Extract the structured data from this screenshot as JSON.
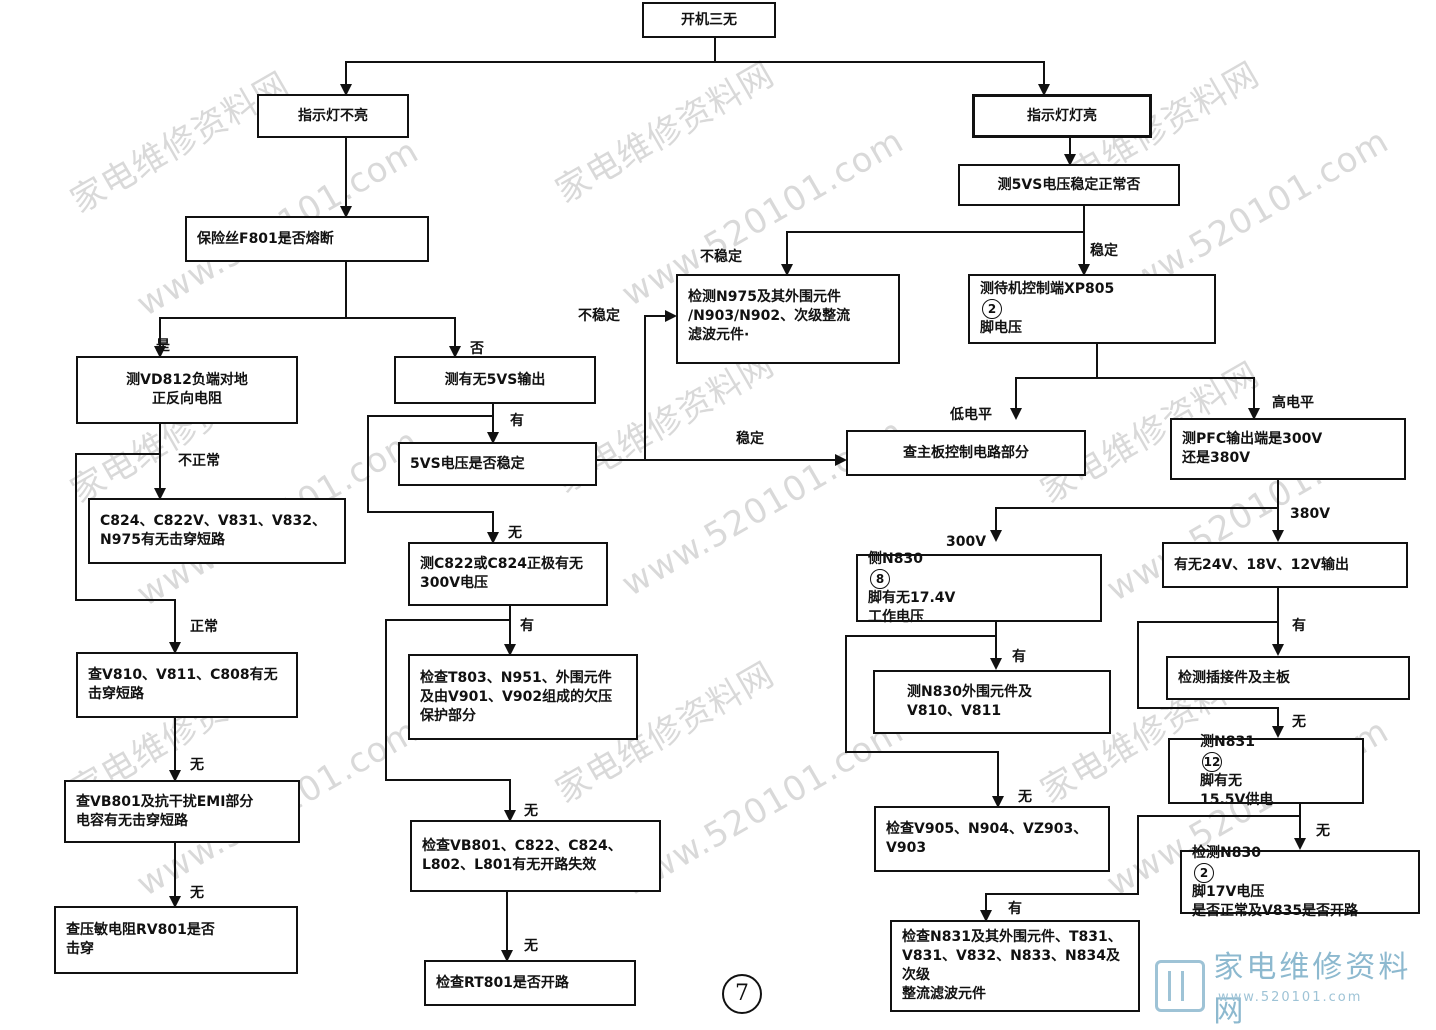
{
  "watermarks": [
    "家电维修资料网",
    "www.520101.com",
    "家电维修资料网",
    "www.520101.com",
    "家电维修资料网",
    "www.520101.com",
    "家电维修资料网",
    "www.520101.com",
    "家电维修资料网",
    "www.520101.com",
    "家电维修资料网",
    "www.520101.com",
    "家电维修资料网",
    "www.520101.com",
    "家电维修资料网",
    "www.520101.com",
    "家电维修资料网",
    "www.520101.com"
  ],
  "nodes": {
    "start": "开机三无",
    "indicator_off": "指示灯不亮",
    "indicator_on": "指示灯灯亮",
    "fuse": "保险丝F801是否熔断",
    "vd812_l1": "测VD812负端对地",
    "vd812_l2": "正反向电阻",
    "c824_l1": "C824、C822V、V831、V832、",
    "c824_l2": "N975有无击穿短路",
    "v810_l1": "查V810、V811、C808有无",
    "v810_l2": "击穿短路",
    "vb801_l1": "查VB801及抗干扰EMI部分",
    "vb801_l2": "电容有无击穿短路",
    "rv801_l1": "查压敏电阻RV801是否",
    "rv801_l2": "击穿",
    "has5vs": "测有无5VS输出",
    "stable5vs": "5VS电压是否稳定",
    "c822_l1": "测C822或C824正极有无",
    "c822_l2": "300V电压",
    "t803_l1": "检查T803、N951、外围元件",
    "t803_l2": "及由V901、V902组成的欠压",
    "t803_l3": "保护部分",
    "vb801b_l1": "检查VB801、C822、C824、",
    "vb801b_l2": "L802、L801有无开路失效",
    "rt801": "检查RT801是否开路",
    "measure5vs": "测5VS电压稳定正常否",
    "n975_l1": "检测N975及其外围元件",
    "n975_l2": "/N903/N902、次级整流",
    "n975_l3": "滤波元件·",
    "xp805_l1": "测待机控制端XP805",
    "xp805_circ": "2",
    "xp805_l2": "脚电压",
    "mainboard": "查主板控制电路部分",
    "pfc_l1": "测PFC输出端是300V",
    "pfc_l2": "还是380V",
    "n830_pre": "侧N830",
    "n830_circ": "8",
    "n830_post": "脚有无17.4V",
    "n830_l2": "工作电压",
    "outputs": "有无24V、18V、12V输出",
    "n830ext_l1": "测N830外围元件及",
    "n830ext_l2": "V810、V811",
    "connectors": "检测插接件及主板",
    "n831_pre": "测N831",
    "n831_circ": "12",
    "n831_post": "脚有无",
    "n831_l2": "15.5V供电",
    "v905_l1": "检查V905、N904、VZ903、",
    "v905_l2": "V903",
    "n830b_pre": "检测N830",
    "n830b_circ": "2",
    "n830b_post": "脚17V电压",
    "n830b_l2": "是否正常及V835是否开路",
    "n831ext_l1": "检查N831及其外围元件、T831、",
    "n831ext_l2": "V831、V832、N833、N834及次级",
    "n831ext_l3": "整流滤波元件"
  },
  "labels": {
    "yes": "是",
    "no": "否",
    "has1": "有",
    "none1": "无",
    "abnormal": "不正常",
    "normal": "正常",
    "none2": "无",
    "none3": "无",
    "has2": "有",
    "none4": "无",
    "none5": "无",
    "unstable1": "不稳定",
    "unstable2": "不稳定",
    "stable1": "稳定",
    "stable2": "稳定",
    "low": "低电平",
    "high": "高电平",
    "v300": "300V",
    "v380": "380V",
    "has3": "有",
    "has4": "有",
    "none6": "无",
    "none7": "无",
    "none8": "无",
    "has5": "有"
  },
  "page_number": "7",
  "logo": {
    "text": "家电维修资料网",
    "url": "www.520101.com"
  }
}
